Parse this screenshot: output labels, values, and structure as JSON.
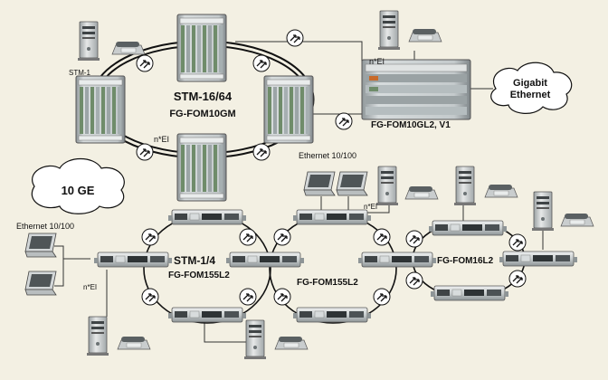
{
  "labels": {
    "core_ring_title": "STM-16/64",
    "core_ring_device": "FG-FOM10GM",
    "access_ring_left_title": "STM-1/4",
    "access_ring_left_device": "FG-FOM155L2",
    "access_ring_right_device": "FG-FOM155L2",
    "small_ring_device": "FG-FOM16L2",
    "gigabit_device": "FG-FOM10GL2, V1",
    "gigabit_cloud_line1": "Gigabit",
    "gigabit_cloud_line2": "Ethernet",
    "ten_ge_cloud": "10 GE",
    "stm1": "STM-1",
    "nei_top": "n*EI",
    "nei_core": "n*EI",
    "nei_access_right": "n*EI",
    "nei_left": "n*EI",
    "ethernet_left": "Ethernet 10/100",
    "ethernet_top": "Ethernet 10/100"
  },
  "icons": [
    "rack-chassis-icon",
    "server-tower-icon",
    "telephone-icon",
    "laptop-icon",
    "rack-unit-icon",
    "direction-arrows-icon",
    "cloud-icon"
  ],
  "colors": {
    "background": "#f3f0e3",
    "rack_body": "#b9c1c3",
    "ring": "#111111",
    "arrow_fill": "#ffffff"
  }
}
